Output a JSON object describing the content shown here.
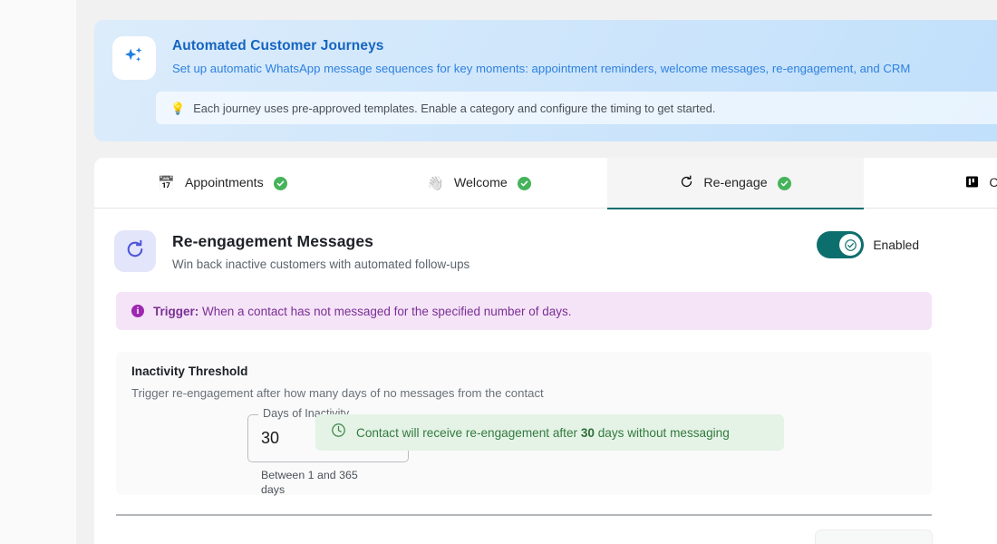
{
  "hero": {
    "icon": "sparkles-icon",
    "title": "Automated Customer Journeys",
    "subtitle": "Set up automatic WhatsApp message sequences for key moments: appointment reminders, welcome messages, re-engagement, and CRM",
    "note_icon": "lightbulb-icon",
    "note": "Each journey uses pre-approved templates. Enable a category and configure the timing to get started.",
    "colors": {
      "title": "#1565c0",
      "subtitle": "#2f81e0",
      "background": "#cfe6fb"
    }
  },
  "tabs": [
    {
      "id": "appointments",
      "label": "Appointments",
      "icon": "calendar-icon",
      "enabled": true,
      "active": false
    },
    {
      "id": "welcome",
      "label": "Welcome",
      "icon": "waving-hand-icon",
      "enabled": true,
      "active": false
    },
    {
      "id": "re-engage",
      "label": "Re-engage",
      "icon": "refresh-icon",
      "enabled": true,
      "active": true
    },
    {
      "id": "crm",
      "label": "CRM",
      "icon": "kanban-icon",
      "enabled": true,
      "active": false
    }
  ],
  "section": {
    "icon": "refresh-icon",
    "title": "Re-engagement Messages",
    "subtitle": "Win back inactive customers with automated follow-ups",
    "toggle": {
      "label": "Enabled",
      "state": "on",
      "color": "#0d6e6e"
    }
  },
  "trigger": {
    "icon": "info-icon",
    "label": "Trigger:",
    "text": "When a contact has not messaged for the specified number of days.",
    "color": "#7b2f96",
    "background": "#f5e4f7"
  },
  "threshold": {
    "title": "Inactivity Threshold",
    "description": "Trigger re-engagement after how many days of no messages from the contact",
    "field": {
      "label": "Days of Inactivity",
      "value": "30",
      "placeholder": "30",
      "helper": "Between 1 and 365 days"
    },
    "success": {
      "icon": "clock-icon",
      "prefix": "Contact will receive re-engagement after ",
      "value": "30",
      "suffix": " days without messaging",
      "color": "#347a3f",
      "background": "#e4f3e6"
    }
  }
}
